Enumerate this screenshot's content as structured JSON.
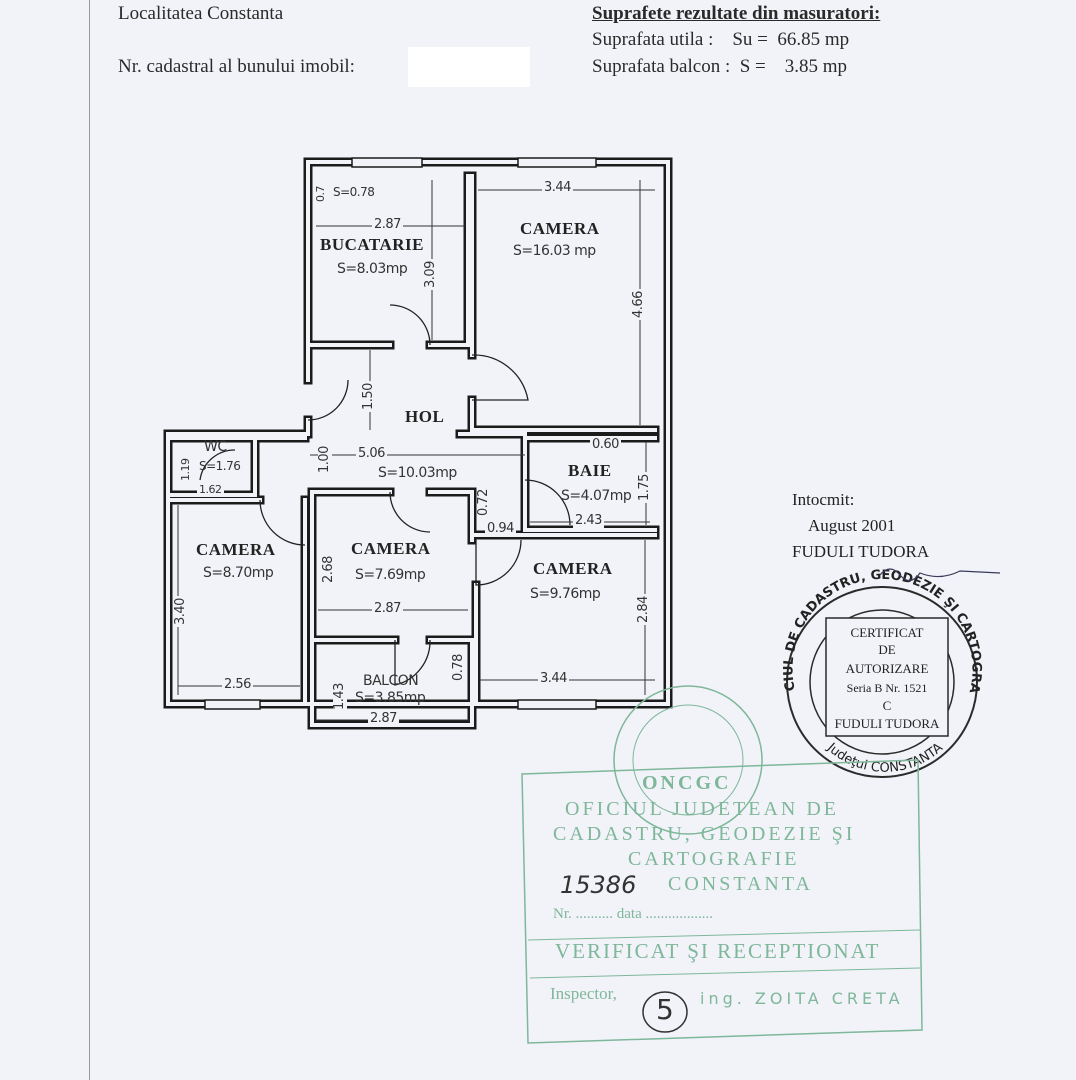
{
  "header": {
    "locality": "Localitatea Constanta",
    "cadastral_label": "Nr. cadastral al bunului imobil:",
    "surfaces_title": "Suprafete rezultate din masuratori:",
    "useful_surface": "Suprafata utila :    Su =  66.85 mp",
    "balcony_surface": "Suprafata balcon :  S =    3.85 mp"
  },
  "plan": {
    "rooms": [
      {
        "name": "BUCATARIE",
        "area": "S=8.03mp"
      },
      {
        "name": "CAMERA",
        "area": "S=16.03 mp"
      },
      {
        "name": "HOL",
        "area": "S=10.03mp"
      },
      {
        "name": "WC",
        "area": "S=1.76"
      },
      {
        "name": "BAIE",
        "area": "S=4.07mp"
      },
      {
        "name": "CAMERA",
        "area": "S=8.70mp"
      },
      {
        "name": "CAMERA",
        "area": "S=7.69mp"
      },
      {
        "name": "CAMERA",
        "area": "S=9.76mp"
      },
      {
        "name": "BALCON",
        "area": "S=3.85mp"
      }
    ],
    "closet_area": "S=0.78",
    "closet_dim": "0.7",
    "dims": {
      "kitchen_w": "2.87",
      "kitchen_h": "3.09",
      "room1_w": "3.44",
      "room1_h": "4.66",
      "hol_h": "1.50",
      "hol_w": "5.06",
      "hol_h2": "1.00",
      "wc_h": "1.19",
      "wc_w": "1.62",
      "baie_top": "0.60",
      "baie_h": "1.75",
      "baie_w": "2.43",
      "door_a": "0.72",
      "door_b": "0.94",
      "room2_h": "3.40",
      "room2_w": "2.56",
      "room3_h": "2.68",
      "room3_w": "2.87",
      "room4_h": "2.84",
      "room4_w": "3.44",
      "balcon_h": "1.43",
      "balcon_h2": "0.78",
      "balcon_w": "2.87"
    }
  },
  "signature": {
    "label": "Intocmit:",
    "date": "August 2001",
    "name": "FUDULI TUDORA"
  },
  "authorization_stamp": {
    "ring_top": "OFICIUL DE CADASTRU, GEODEZIE ŞI CARTOGRAFIE",
    "ring_bottom": "Judeţul CONSTANTA",
    "lines": [
      "CERTIFICAT",
      "DE",
      "AUTORIZARE",
      "Seria B  Nr. 1521",
      "C",
      "FUDULI TUDORA"
    ]
  },
  "reception_stamp": {
    "seal": "ONCGC",
    "lines": [
      "OFICIUL JUDETEAN DE",
      "CADASTRU, GEODEZIE ŞI",
      "CARTOGRAFIE",
      "CONSTANTA"
    ],
    "number_line": "Nr. .......... data ..................",
    "handwritten_number": "15386",
    "status": "VERIFICAT ŞI RECEPTIONAT",
    "inspector_label": "Inspector,",
    "inspector_name": "ing. ZOITA CRETA",
    "circled_mark": "5",
    "color": "#7fb79a"
  }
}
